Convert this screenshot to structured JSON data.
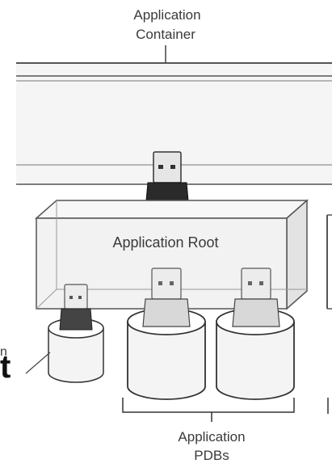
{
  "callouts": {
    "container_line1": "Application",
    "container_line2": "Container",
    "root_label": "Application Root",
    "pdbs_line1": "Application",
    "pdbs_line2": "PDBs",
    "left_fragment": "n",
    "bold_fragment": "t"
  },
  "icons": {
    "plug": "usb-plug-icon",
    "cylinder": "database-cylinder-icon"
  },
  "colors": {
    "outline": "#555555",
    "root_fill": "#f2f2f2",
    "band_fill": "#f5f5f5",
    "plug_dark": "#2a2a2a",
    "plug_light": "#dcdcdc"
  }
}
